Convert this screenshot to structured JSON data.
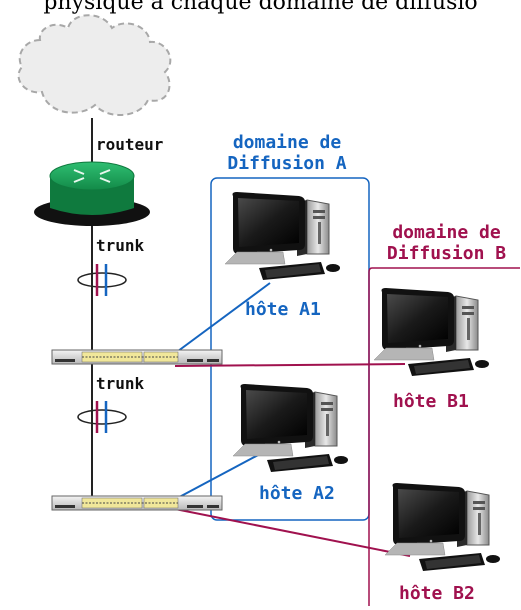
{
  "caption": "physique à chaque domaine de diffusio",
  "labels": {
    "router": "routeur",
    "trunk_top": "trunk",
    "trunk_middle": "trunk"
  },
  "domains": {
    "a": {
      "line1": "domaine de",
      "line2": "Diffusion A"
    },
    "b": {
      "line1": "domaine de",
      "line2": "Diffusion B"
    }
  },
  "hosts": {
    "a1": "hôte A1",
    "a2": "hôte A2",
    "b1": "hôte B1",
    "b2": "hôte B2"
  },
  "colors": {
    "domain_a": "#1565c0",
    "domain_b": "#a0114e",
    "router": "#1e9e5a",
    "cloud_border": "#a8a8a8"
  },
  "icons": [
    "cloud-icon",
    "router-icon",
    "switch-icon",
    "computer-icon"
  ]
}
